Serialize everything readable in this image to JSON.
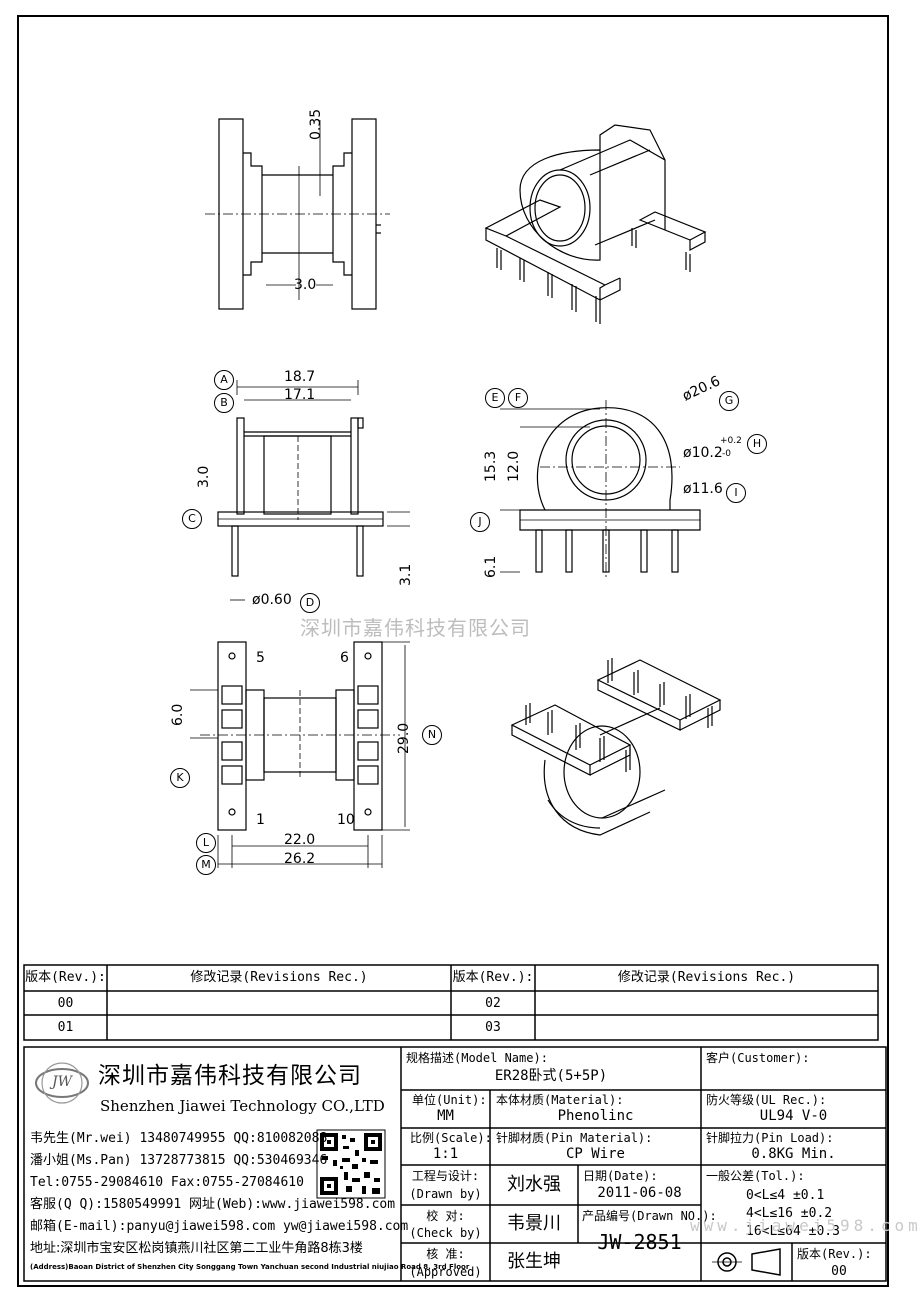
{
  "watermark": "深圳市嘉伟科技有限公司",
  "watermark_url": "www.jiawei598.com",
  "dims": {
    "top_035": "0.35",
    "top_30": "3.0",
    "A": "A",
    "B": "B",
    "C": "C",
    "D": "D",
    "E": "E",
    "F": "F",
    "G": "G",
    "H": "H",
    "I": "I",
    "J": "J",
    "K": "K",
    "L": "L",
    "M": "M",
    "N": "N",
    "d187": "18.7",
    "d171": "17.1",
    "d30": "3.0",
    "d31": "3.1",
    "d060": "ø0.60",
    "d206": "ø20.6",
    "d102": "ø10.2",
    "d102_tol_up": "+0.2",
    "d102_tol_dn": "-0",
    "d116": "ø11.6",
    "d153": "15.3",
    "d120": "12.0",
    "d61": "6.1",
    "d60": "6.0",
    "d290": "29.0",
    "d220": "22.0",
    "d262": "26.2",
    "pin5": "5",
    "pin6": "6",
    "pin1": "1",
    "pin10": "10"
  },
  "revisions": {
    "header_rev": "版本(Rev.):",
    "header_rec": "修改记录(Revisions Rec.)",
    "left": [
      "00",
      "01"
    ],
    "right": [
      "02",
      "03"
    ]
  },
  "company": {
    "name_cn": "深圳市嘉伟科技有限公司",
    "name_en": "Shenzhen Jiawei Technology CO.,LTD",
    "logo_text": "JW",
    "contacts": [
      "韦先生(Mr.wei) 13480749955 QQ:810082088",
      "潘小姐(Ms.Pan) 13728773815 QQ:530469346",
      "Tel:0755-29084610     Fax:0755-27084610",
      "客服(Q Q):1580549991   网址(Web):www.jiawei598.com",
      "邮箱(E-mail):panyu@jiawei598.com  yw@jiawei598.com"
    ],
    "address_cn": "地址:深圳市宝安区松岗镇燕川社区第二工业牛角路8栋3楼",
    "address_en": "(Address)Baoan District of Shenzhen City Songgang Town Yanchuan  second Industrial niujiao Road 8, 3rd Floor"
  },
  "titleblock": {
    "model_label": "规格描述(Model Name):",
    "model_value": "ER28卧式(5+5P)",
    "customer_label": "客户(Customer):",
    "customer_value": "",
    "unit_label": "单位(Unit):",
    "unit_value": "MM",
    "material_label": "本体材质(Material):",
    "material_value": "Phenolinc",
    "ul_label": "防火等级(UL Rec.):",
    "ul_value": "UL94 V-0",
    "scale_label": "比例(Scale):",
    "scale_value": "1:1",
    "pin_material_label": "针脚材质(Pin Material):",
    "pin_material_value": "CP Wire",
    "pin_load_label": "针脚拉力(Pin Load):",
    "pin_load_value": "0.8KG Min.",
    "drawn_label": "工程与设计:",
    "drawn_label_en": "(Drawn by)",
    "drawn_value": "刘水强",
    "date_label": "日期(Date):",
    "date_value": "2011-06-08",
    "tol_label": "一般公差(Tol.):",
    "tol_rows": [
      "0<L≤4     ±0.1",
      "4<L≤16    ±0.2",
      "16<L≤64   ±0.3"
    ],
    "check_label": "校    对:",
    "check_label_en": "(Check by)",
    "check_value": "韦景川",
    "drawn_no_label": "产品编号(Drawn NO.):",
    "drawn_no_value": "JW-2851",
    "approved_label": "核    准:",
    "approved_label_en": "(Approved)",
    "approved_value": "张生坤",
    "rev_label": "版本(Rev.):",
    "rev_value": "00"
  }
}
